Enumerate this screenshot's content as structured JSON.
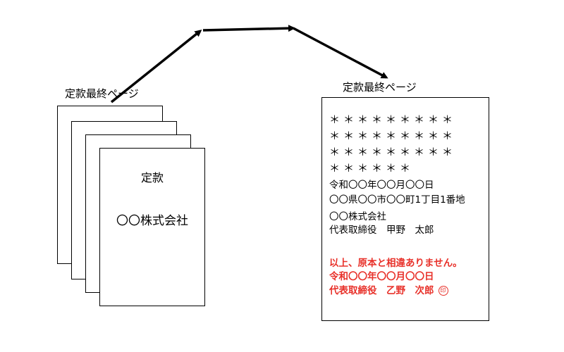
{
  "left_stack": {
    "label": "定款最終ページ",
    "front_title": "定款",
    "front_company": "〇〇株式会社"
  },
  "right_page": {
    "label": "定款最終ページ",
    "star_rows": [
      "＊＊＊＊＊＊＊＊＊",
      "＊＊＊＊＊＊＊＊＊",
      "＊＊＊＊＊＊＊＊＊",
      "＊＊＊＊＊＊"
    ],
    "date": "令和〇〇年〇〇月〇〇日",
    "address": "〇〇県〇〇市〇〇町1丁目1番地",
    "company": "〇〇株式会社",
    "representative": "代表取締役　甲野　太郎",
    "certification": {
      "statement": "以上、原本と相違ありません。",
      "date": "令和〇〇年〇〇月〇〇日",
      "signer": "代表取締役　乙野　次郎",
      "seal": "印",
      "color": "#e8312a"
    }
  }
}
